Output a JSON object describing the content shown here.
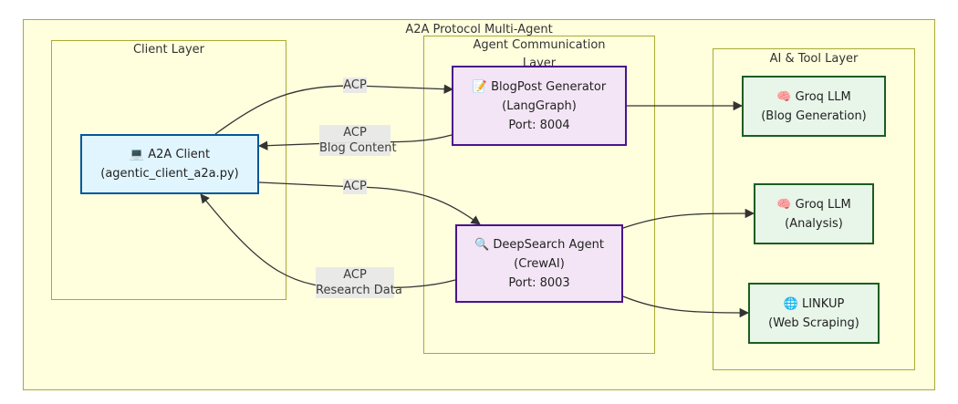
{
  "diagram": {
    "title": "A2A Protocol Multi-Agent",
    "clusters": {
      "client": {
        "title": "Client Layer"
      },
      "agent": {
        "title_line1": "Agent Communication",
        "title_line2": "Layer"
      },
      "ai": {
        "title": "AI & Tool Layer"
      }
    },
    "nodes": {
      "client": {
        "icon": "laptop-icon",
        "glyph": "💻",
        "label": "A2A Client",
        "sub": "(agentic_client_a2a.py)"
      },
      "blog": {
        "icon": "memo-icon",
        "glyph": "📝",
        "label": "BlogPost Generator",
        "sub": "(LangGraph)",
        "port": "Port: 8004"
      },
      "deep": {
        "icon": "magnifier-icon",
        "glyph": "🔍",
        "label": "DeepSearch Agent",
        "sub": "(CrewAI)",
        "port": "Port: 8003"
      },
      "groq1": {
        "icon": "brain-icon",
        "glyph": "🧠",
        "label": "Groq LLM",
        "sub": "(Blog Generation)"
      },
      "groq2": {
        "icon": "brain-icon",
        "glyph": "🧠",
        "label": "Groq LLM",
        "sub": "(Analysis)"
      },
      "linkup": {
        "icon": "globe-icon",
        "glyph": "🌐",
        "label": "LINKUP",
        "sub": "(Web Scraping)"
      }
    },
    "edges": {
      "client_to_blog": {
        "label": "ACP"
      },
      "blog_to_client": {
        "label": "ACP",
        "label2": "Blog Content"
      },
      "client_to_deep": {
        "label": "ACP"
      },
      "deep_to_client": {
        "label": "ACP",
        "label2": "Research Data"
      }
    },
    "colors": {
      "cluster_fill": "#ffffde",
      "cluster_stroke": "#aaaa33",
      "client_fill": "#e1f5fe",
      "client_stroke": "#01579b",
      "agent_fill": "#f3e5f5",
      "agent_stroke": "#4a148c",
      "ai_fill": "#e8f5e9",
      "ai_stroke": "#1b5e20",
      "edge_label_bg": "#e8e8e8"
    }
  }
}
